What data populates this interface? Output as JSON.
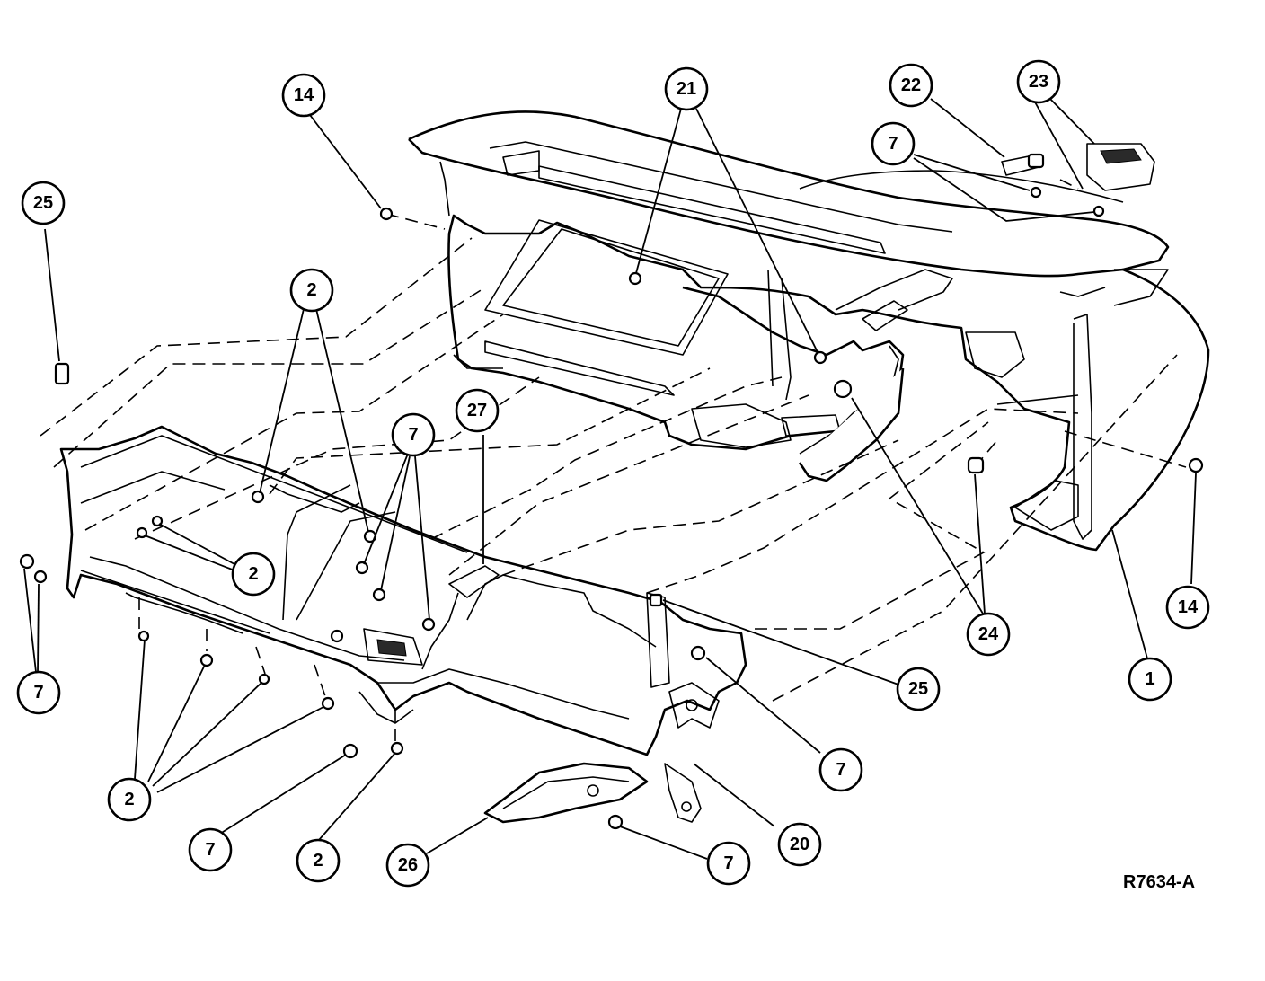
{
  "drawing_id": "R7634-A",
  "callouts": [
    {
      "id": "c14a",
      "label": "14"
    },
    {
      "id": "c21",
      "label": "21"
    },
    {
      "id": "c22",
      "label": "22"
    },
    {
      "id": "c23",
      "label": "23"
    },
    {
      "id": "c7a",
      "label": "7"
    },
    {
      "id": "c25a",
      "label": "25"
    },
    {
      "id": "c2a",
      "label": "2"
    },
    {
      "id": "c27",
      "label": "27"
    },
    {
      "id": "c7b",
      "label": "7"
    },
    {
      "id": "c2b",
      "label": "2"
    },
    {
      "id": "c7c",
      "label": "7"
    },
    {
      "id": "c14b",
      "label": "14"
    },
    {
      "id": "c24",
      "label": "24"
    },
    {
      "id": "c1",
      "label": "1"
    },
    {
      "id": "c25b",
      "label": "25"
    },
    {
      "id": "c7d",
      "label": "7"
    },
    {
      "id": "c2c",
      "label": "2"
    },
    {
      "id": "c7e",
      "label": "7"
    },
    {
      "id": "c2d",
      "label": "2"
    },
    {
      "id": "c26",
      "label": "26"
    },
    {
      "id": "c7f",
      "label": "7"
    },
    {
      "id": "c20",
      "label": "20"
    }
  ]
}
